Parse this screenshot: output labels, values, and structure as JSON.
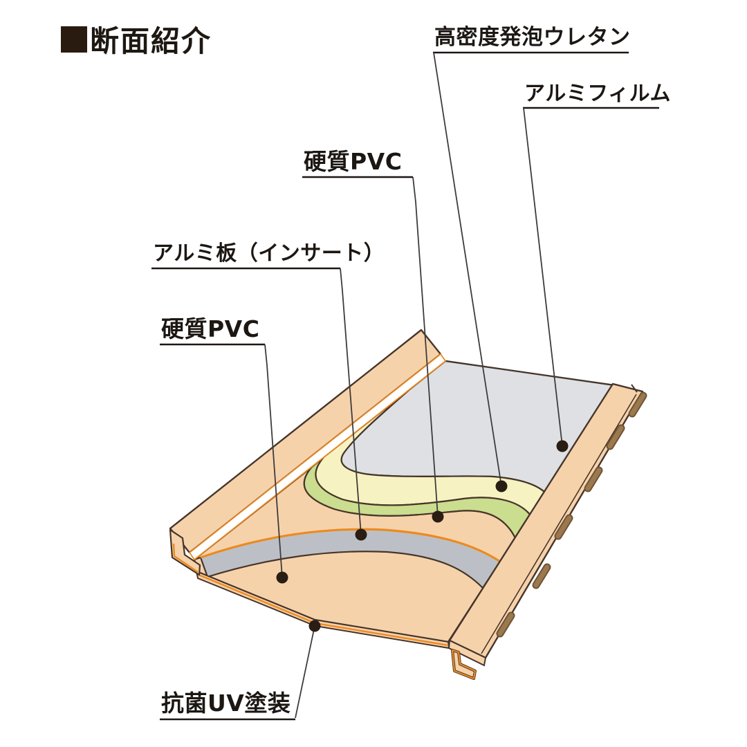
{
  "title": {
    "text": "断面紹介"
  },
  "labels": {
    "high_density_foam_urethane": "高密度発泡ウレタン",
    "aluminum_film": "アルミフィルム",
    "rigid_pvc_top": "硬質PVC",
    "aluminum_plate_insert": "アルミ板（インサート）",
    "rigid_pvc_bottom": "硬質PVC",
    "antibacterial_uv_coating": "抗菌UV塗装"
  },
  "diagram": {
    "type": "isometric-cross-section",
    "layers_top_to_bottom": [
      {
        "name": "アルミフィルム",
        "color_key": "film_gray"
      },
      {
        "name": "高密度発泡ウレタン",
        "color_key": "foam_yellow"
      },
      {
        "name": "硬質PVC",
        "color_key": "panel_peach"
      },
      {
        "name": "アルミ板（インサート）",
        "color_key": "insert_gray"
      },
      {
        "name": "硬質PVC",
        "color_key": "panel_peach"
      },
      {
        "name": "抗菌UV塗装",
        "color_key": "accent_orange"
      }
    ]
  },
  "colors": {
    "panel_peach": "#F6D2AB",
    "film_gray": "#DEE0E4",
    "insert_gray": "#BCC0C6",
    "foam_yellow": "#F7F2C2",
    "foam_edge_green": "#CBDD8E",
    "accent_orange": "#EC8A20",
    "outline_dark": "#46352A",
    "slot_brown": "#9B784E",
    "slot_brown_dark": "#6E5334",
    "lip_white": "#FFFFFF",
    "leader_gray": "#3C3C3C",
    "label_black": "#1C1713",
    "dot_dark": "#2A1D13"
  }
}
